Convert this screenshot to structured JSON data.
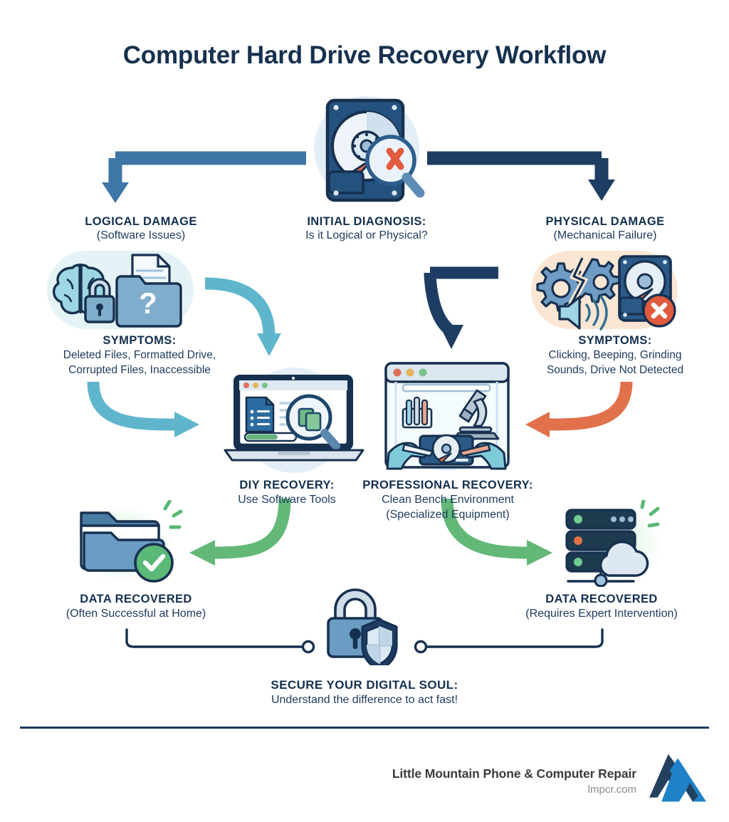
{
  "title": "Computer Hard Drive Recovery Workflow",
  "nodes": {
    "initial": {
      "heading": "INITIAL DIAGNOSIS:",
      "line1": "Is it Logical or Physical?",
      "icon": "hard-drive-magnifier-icon"
    },
    "logical": {
      "heading": "LOGICAL DAMAGE",
      "line1": "(Software Issues)",
      "icon": "brain-lock-folder-icon"
    },
    "physical": {
      "heading": "PHYSICAL DAMAGE",
      "line1": "(Mechanical Failure)",
      "icon": "broken-gear-speaker-drive-icon"
    },
    "logical_symptoms": {
      "heading": "SYMPTOMS:",
      "line1": "Deleted Files, Formatted Drive,",
      "line2": "Corrupted Files, Inaccessible"
    },
    "physical_symptoms": {
      "heading": "SYMPTOMS:",
      "line1": "Clicking, Beeping, Grinding",
      "line2": "Sounds, Drive Not Detected"
    },
    "diy": {
      "heading": "DIY RECOVERY:",
      "line1": "Use Software Tools",
      "icon": "laptop-file-search-icon"
    },
    "professional": {
      "heading": "PROFESSIONAL RECOVERY:",
      "line1": "Clean Bench Environment",
      "line2": "(Specialized Equipment)",
      "icon": "clean-bench-icon"
    },
    "recovered_diy": {
      "heading": "DATA RECOVERED",
      "line1": "(Often Successful at Home)",
      "icon": "folder-check-icon"
    },
    "recovered_pro": {
      "heading": "DATA RECOVERED",
      "line1": "(Requires Expert Intervention)",
      "icon": "server-cloud-icon"
    },
    "secure": {
      "heading": "SECURE YOUR DIGITAL SOUL:",
      "line1": "Understand the difference to act fast!",
      "icon": "padlock-shield-icon"
    }
  },
  "footer": {
    "company": "Little Mountain Phone & Computer Repair",
    "website": "lmpcr.com",
    "logo": "mountain-logo-icon"
  },
  "colors": {
    "title": "#16314f",
    "navy": "#1b3a5e",
    "steel_blue": "#3f76a8",
    "light_blue_arrow": "#59b7cf",
    "teal_arrow": "#5aafc9",
    "orange_arrow": "#e0714a",
    "green_arrow": "#64b униф"
  }
}
